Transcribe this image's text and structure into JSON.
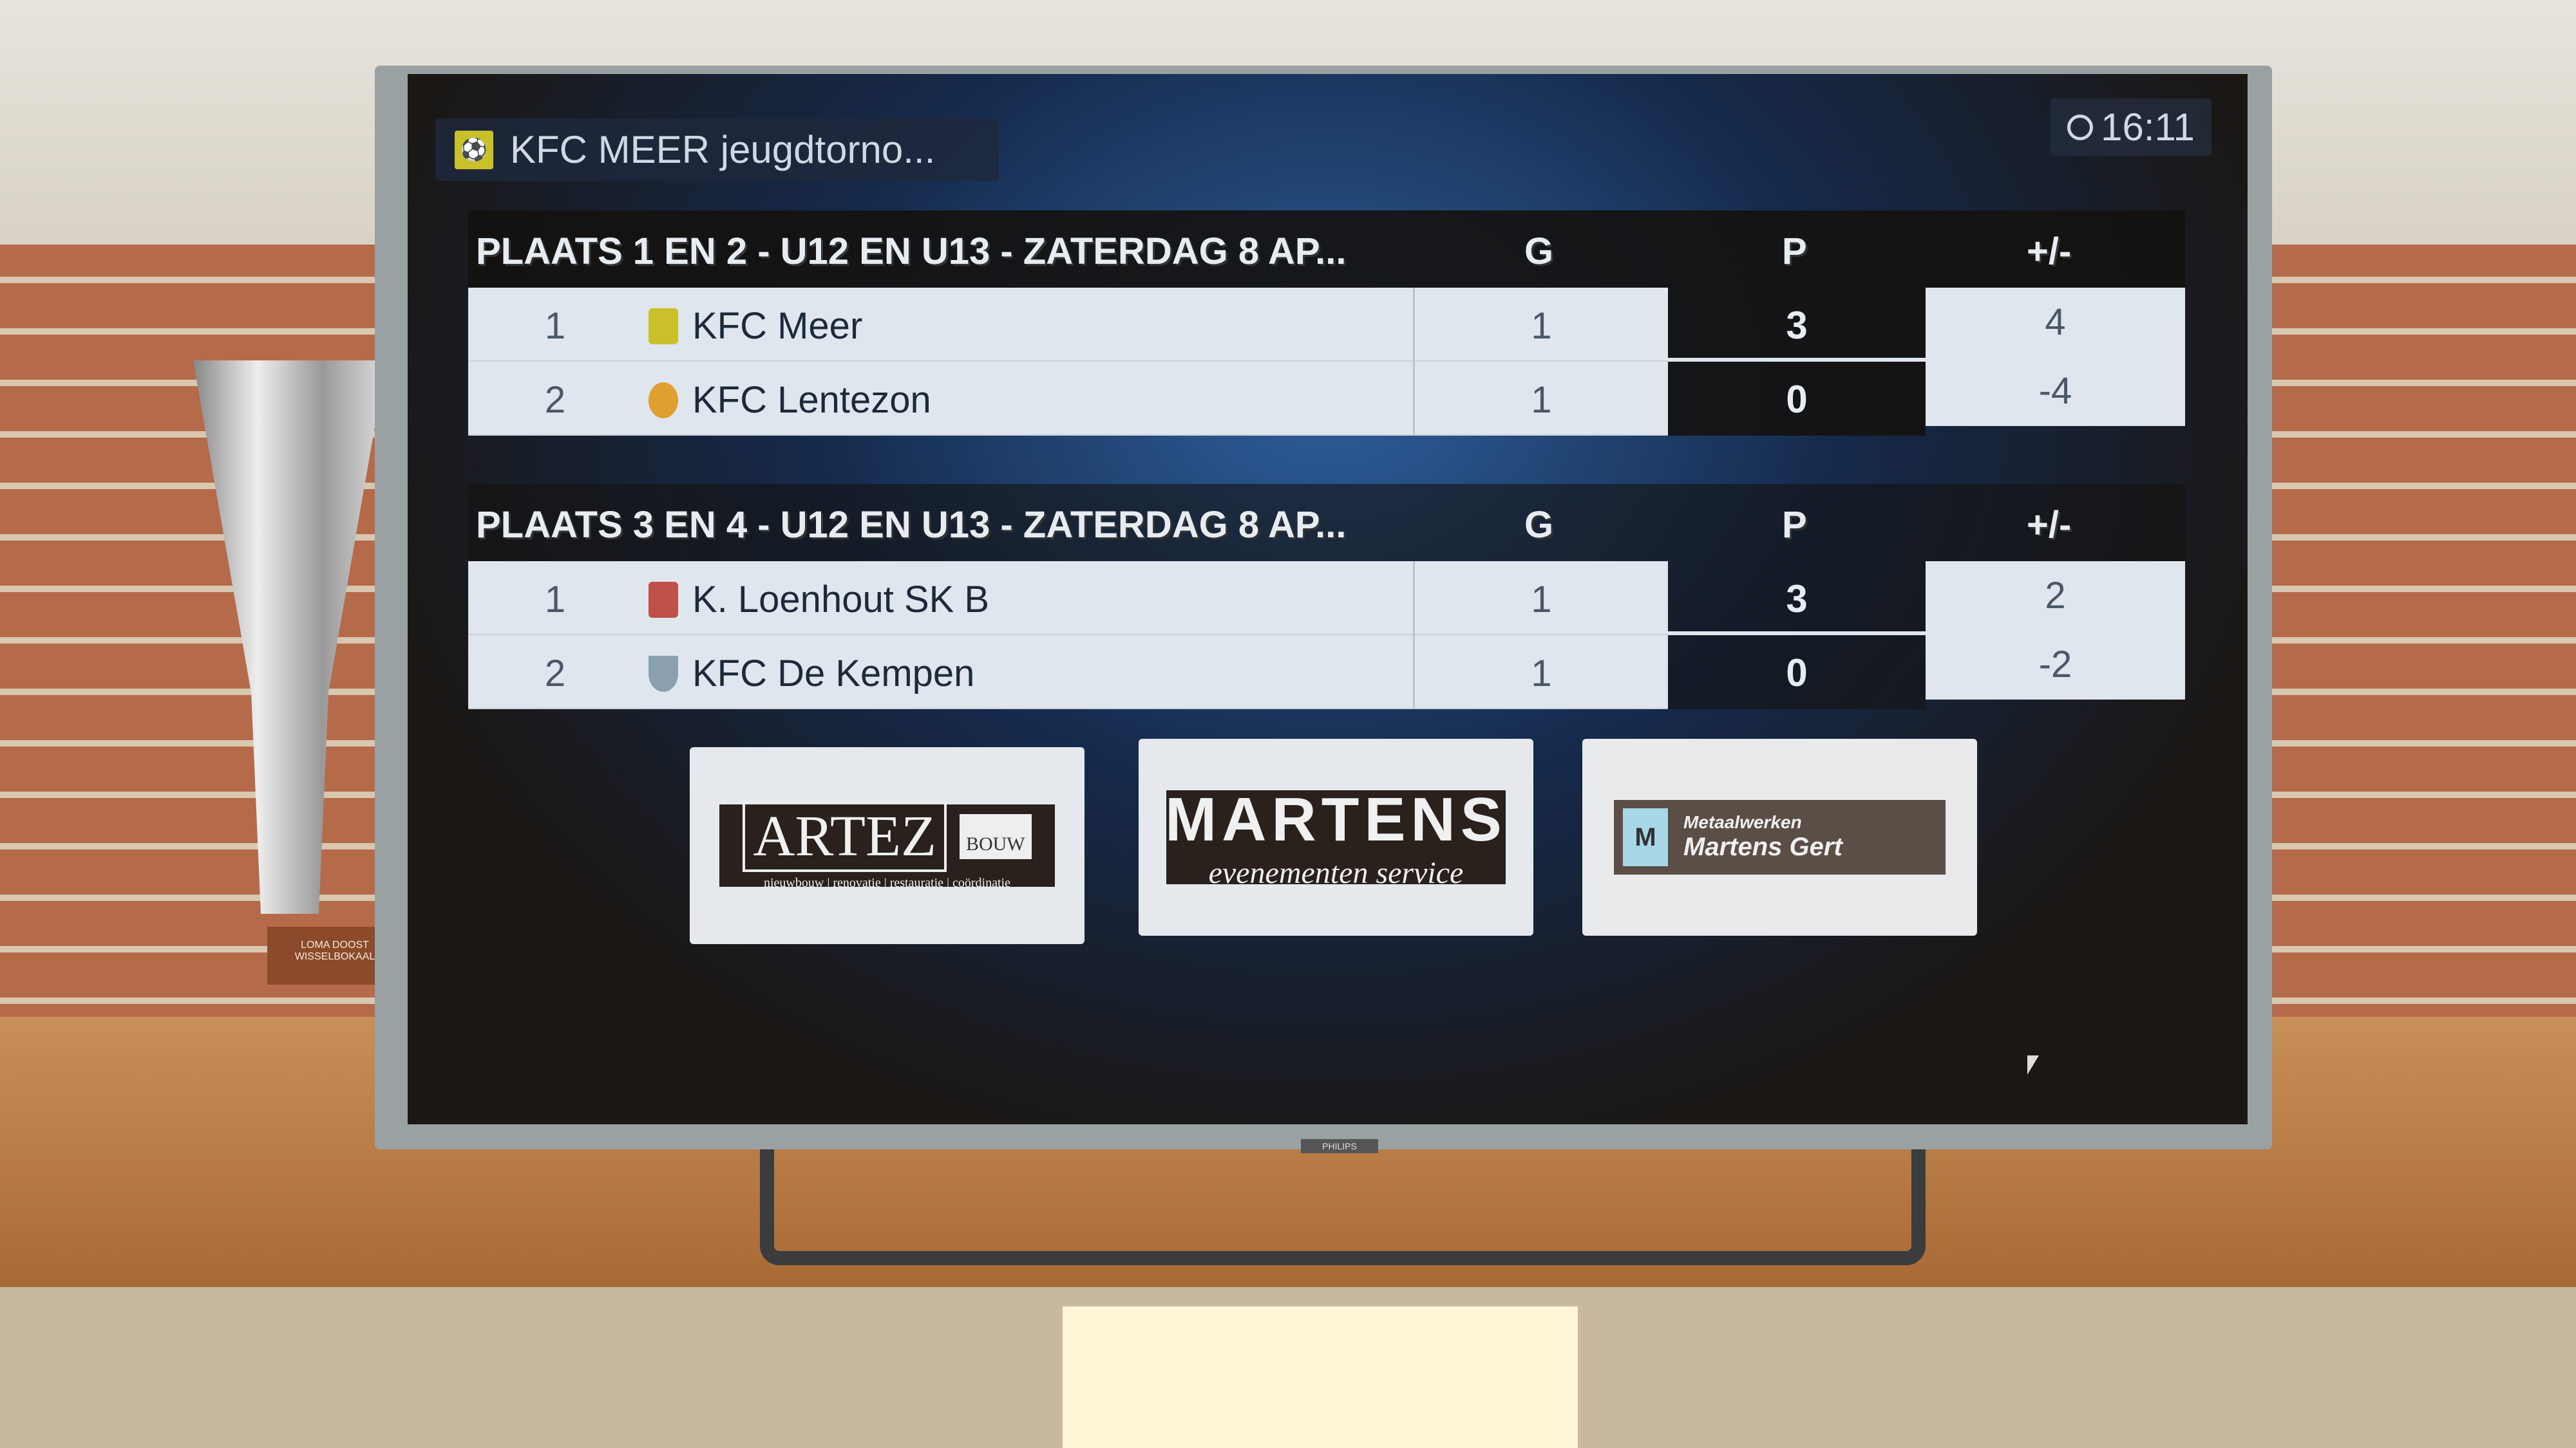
{
  "header": {
    "title": "KFC MEER jeugdtorno...",
    "time": "16:11"
  },
  "tables": [
    {
      "title": "PLAATS 1 EN 2 - U12 EN U13 - ZATERDAG 8 AP...",
      "columns": {
        "g": "G",
        "p": "P",
        "diff": "+/-"
      },
      "rows": [
        {
          "pos": "1",
          "team": "KFC Meer",
          "g": "1",
          "p": "3",
          "diff": "4",
          "badge_color": "#c9c02a"
        },
        {
          "pos": "2",
          "team": "KFC Lentezon",
          "g": "1",
          "p": "0",
          "diff": "-4",
          "badge_color": "#e0a030"
        }
      ]
    },
    {
      "title": "PLAATS 3 EN 4 - U12 EN U13 - ZATERDAG 8 AP...",
      "columns": {
        "g": "G",
        "p": "P",
        "diff": "+/-"
      },
      "rows": [
        {
          "pos": "1",
          "team": "K. Loenhout SK B",
          "g": "1",
          "p": "3",
          "diff": "2",
          "badge_color": "#c0504a"
        },
        {
          "pos": "2",
          "team": "KFC De Kempen",
          "g": "1",
          "p": "0",
          "diff": "-2",
          "badge_color": "#8aa0b0"
        }
      ]
    }
  ],
  "sponsors": [
    {
      "name": "ARTEZ",
      "sub": "BOUW",
      "tagline": "nieuwbouw | renovatie | restauratie | coördinatie"
    },
    {
      "name": "MARTENS",
      "sub": "evenementen service"
    },
    {
      "name": "Martens Gert",
      "sub": "Metaalwerken"
    }
  ],
  "room": {
    "tv_brand": "PHILIPS",
    "trophy_plaque": "LOMA DOOST WISSELBOKAAL"
  }
}
